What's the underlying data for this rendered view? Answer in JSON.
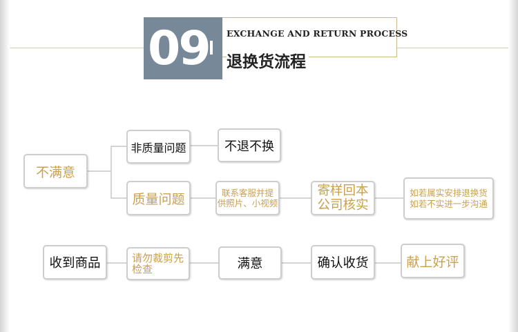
{
  "header": {
    "number": "09",
    "title_en": "EXCHANGE AND RETURN PROCESS",
    "title_cn": "退换货流程"
  },
  "flow": {
    "root": "不满意",
    "branch_top": {
      "label": "非质量问题",
      "result": "不退不换"
    },
    "branch_bottom": {
      "label": "质量问题",
      "step1_line1": "联系客服并提",
      "step1_line2": "供照片、小视频",
      "step2_line1": "寄样回本",
      "step2_line2": "公司核实",
      "step3_line1": "如若属实安排退换货",
      "step3_line2": "如若不实进一步沟通"
    },
    "bottom_row": {
      "receive": "收到商品",
      "inspect_line1": "请勿裁剪先",
      "inspect_line2": "检查",
      "satisfied": "满意",
      "confirm": "确认收货",
      "review": "献上好评"
    }
  },
  "colors": {
    "accent_gold": "#c9a04d",
    "number_block": "#778899",
    "border": "#cdcdcd"
  }
}
